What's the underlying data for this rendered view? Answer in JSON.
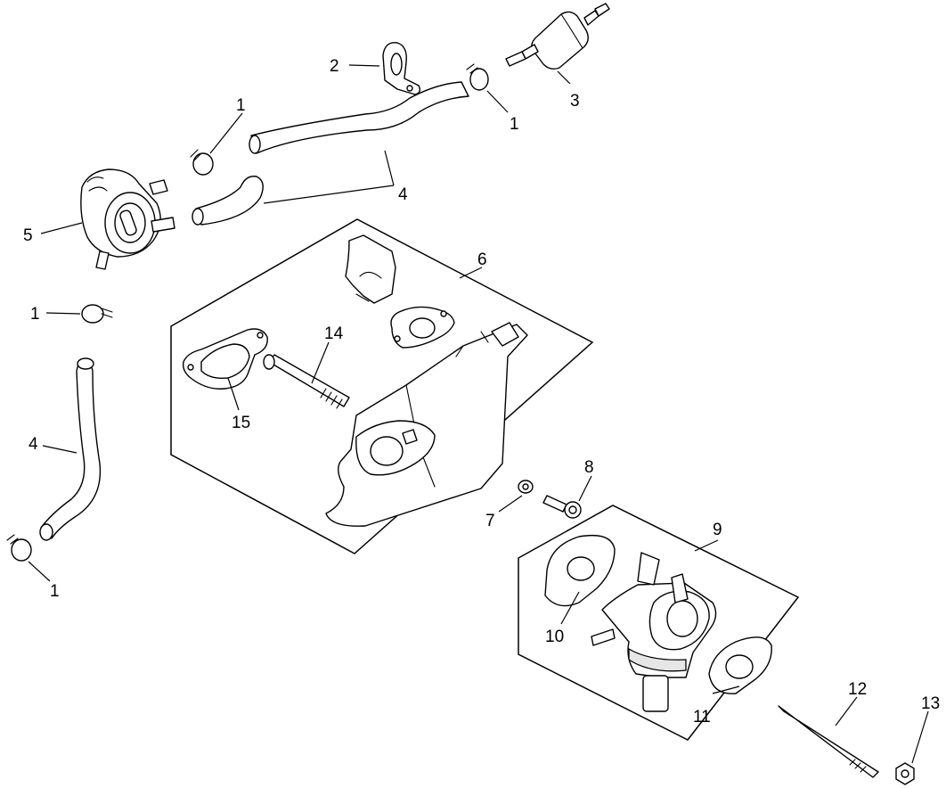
{
  "callouts": {
    "c1a": "1",
    "c1b": "1",
    "c1c": "1",
    "c1d": "1",
    "c2": "2",
    "c3": "3",
    "c4a": "4",
    "c4b": "4",
    "c5": "5",
    "c6": "6",
    "c7": "7",
    "c8": "8",
    "c9": "9",
    "c10": "10",
    "c11": "11",
    "c12": "12",
    "c13": "13",
    "c14": "14",
    "c15": "15"
  }
}
